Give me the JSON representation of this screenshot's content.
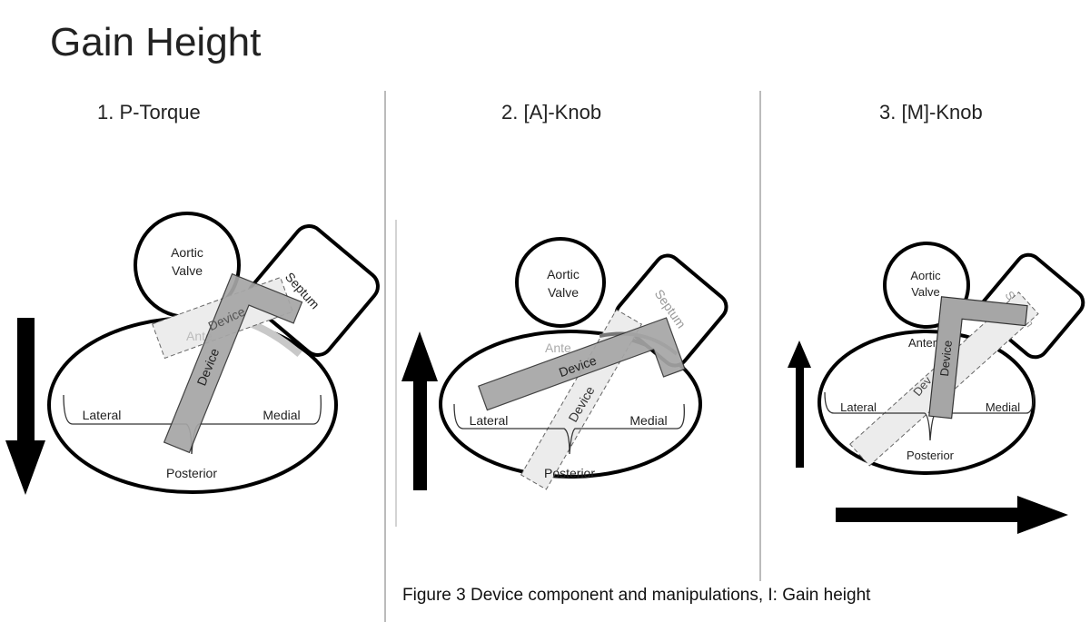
{
  "slide": {
    "title": "Gain Height"
  },
  "panels": [
    {
      "title": "1. P-Torque",
      "aortic_line1": "Aortic",
      "aortic_line2": "Valve",
      "septum": "Septum",
      "anterior": "Ante",
      "device": "Device",
      "device_ghost": "Device",
      "lateral": "Lateral",
      "medial": "Medial",
      "posterior": "Posterior",
      "arrow": "down"
    },
    {
      "title": "2. [A]-Knob",
      "aortic_line1": "Aortic",
      "aortic_line2": "Valve",
      "septum": "Septum",
      "anterior": "Ante",
      "device": "Device",
      "device_ghost": "Device",
      "lateral": "Lateral",
      "medial": "Medial",
      "posterior": "Posterior",
      "arrow": "up"
    },
    {
      "title": "3. [M]-Knob",
      "aortic_line1": "Aortic",
      "aortic_line2": "Valve",
      "septum": "Septum",
      "anterior": "Anter",
      "device": "Device",
      "device_ghost": "Dev",
      "lateral": "Lateral",
      "medial": "Medial",
      "posterior": "Posterior",
      "arrow": "up-and-right"
    }
  ],
  "caption": "Figure 3 Device component and manipulations, I: Gain height"
}
